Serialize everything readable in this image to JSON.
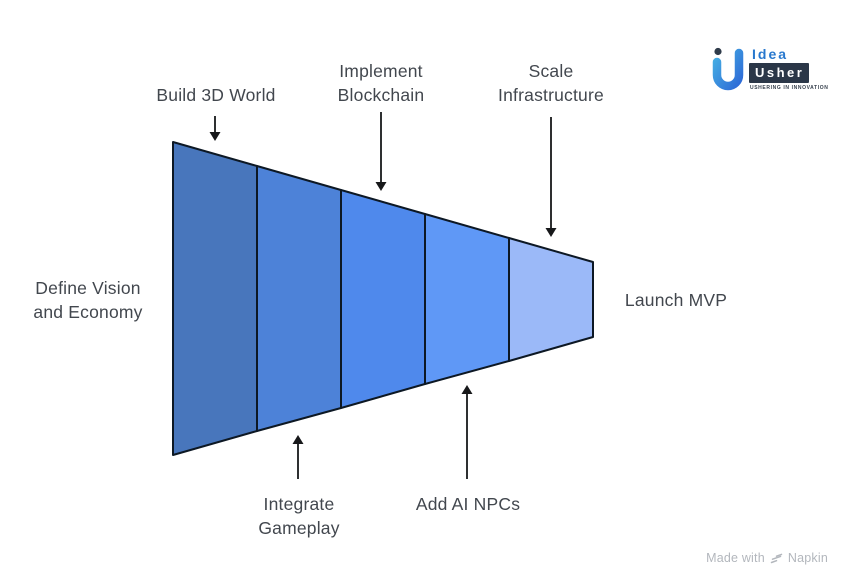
{
  "funnel": {
    "outline_color": "#0d1824",
    "arrow_color": "#17181a",
    "input_label": "Define Vision\nand Economy",
    "output_label": "Launch MVP",
    "segments": [
      {
        "label": "Build 3D World",
        "color": "#4876BC",
        "label_position": "top"
      },
      {
        "label": "Integrate\nGameplay",
        "color": "#4D82D8",
        "label_position": "bottom"
      },
      {
        "label": "Implement\nBlockchain",
        "color": "#4F89EC",
        "label_position": "top"
      },
      {
        "label": "Add AI NPCs",
        "color": "#5F98F6",
        "label_position": "bottom"
      },
      {
        "label": "Scale\nInfrastructure",
        "color": "#9BB9F8",
        "label_position": "top"
      }
    ]
  },
  "logo": {
    "word_top": "Idea",
    "word_bottom": "Usher",
    "tagline": "USHERING IN INNOVATION"
  },
  "footer": {
    "made_with": "Made with",
    "brand": "Napkin"
  }
}
